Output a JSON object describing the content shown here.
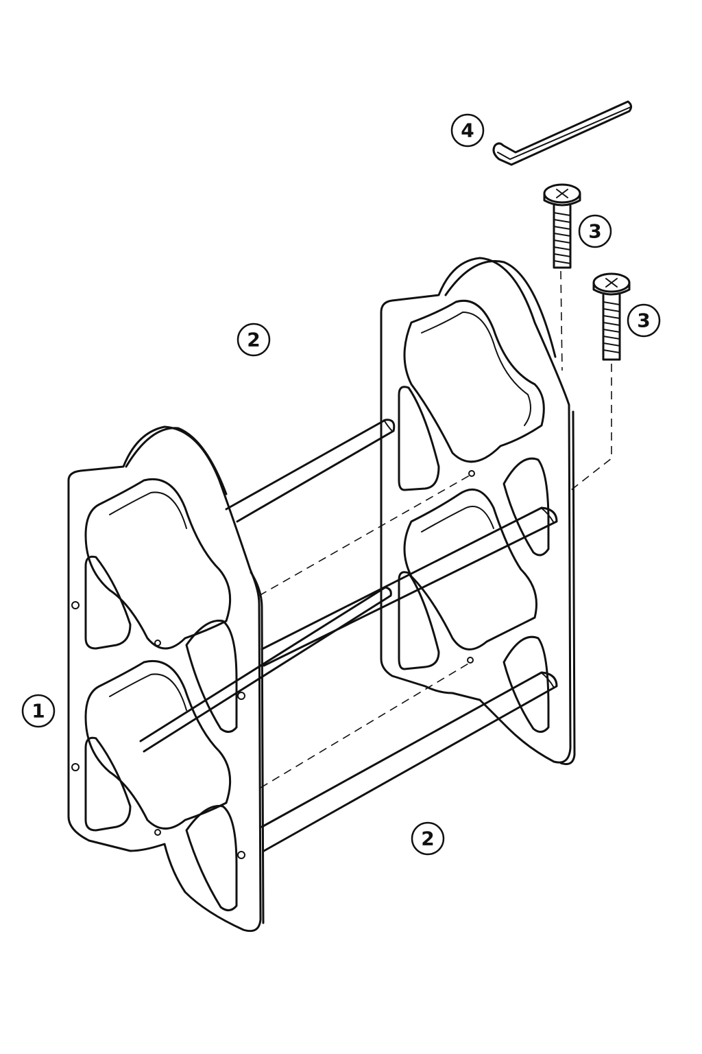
{
  "callouts": {
    "side_panel": "1",
    "rod_top": "2",
    "rod_bottom": "2",
    "screw_a": "3",
    "screw_b": "3",
    "hex_key": "4"
  },
  "icons": {
    "screw": "phillips-screw-icon",
    "key": "hex-key-icon"
  },
  "colors": {
    "line": "#111111",
    "background": "#ffffff"
  }
}
